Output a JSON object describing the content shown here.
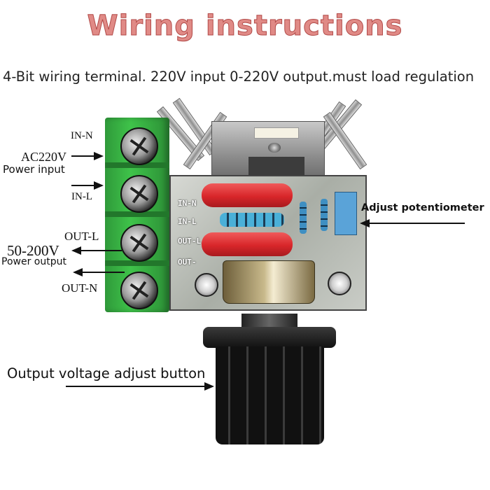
{
  "header": {
    "title": "Wiring instructions",
    "subtitle": "4-Bit wiring terminal. 220V input 0-220V output.must load regulation"
  },
  "labels": {
    "in_n": "IN-N",
    "ac220v": "AC220V",
    "power_input": "Power input",
    "in_l": "IN-L",
    "out_l": "OUT-L",
    "voltage_range": "50-200V",
    "power_output": "Power output",
    "out_n": "OUT-N",
    "adjust_potentiometer": "Adjust potentiometer",
    "output_voltage_adjust_button": "Output voltage adjust button"
  },
  "pcb_silkscreen": [
    "IN-N",
    "IN-L",
    "OUT-L",
    "OUT-"
  ],
  "colors": {
    "title": "#e08a86",
    "terminal_green": "#3fc34a",
    "capacitor_red": "#d8262a",
    "resistor_blue": "#4ab0d8",
    "knob_black": "#111111"
  }
}
